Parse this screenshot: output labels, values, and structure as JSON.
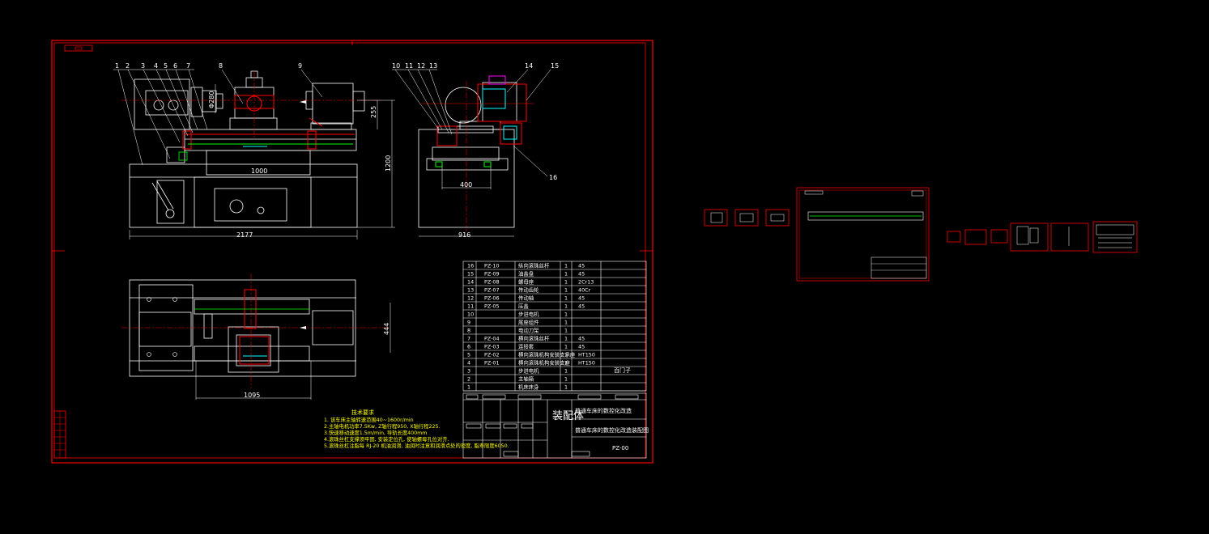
{
  "colors": {
    "background": "#000000",
    "frame": "#ff0000",
    "line": "#ffffff",
    "accent_yellow": "#ffff00",
    "accent_green": "#00ff00",
    "accent_cyan": "#00ffff",
    "accent_magenta": "#ff00ff"
  },
  "front_view": {
    "balloons": [
      "1",
      "2",
      "3",
      "4",
      "5",
      "6",
      "7",
      "8",
      "9"
    ],
    "dims": {
      "width": "2177",
      "travel": "1000",
      "height": "1200",
      "center_height": "255",
      "chuck_dia": "Φ280"
    }
  },
  "side_view": {
    "balloons": [
      "10",
      "11",
      "12",
      "13",
      "14",
      "15",
      "16"
    ],
    "dims": {
      "width": "916",
      "inner": "400"
    }
  },
  "top_view": {
    "dims": {
      "length": "1095",
      "depth": "444"
    }
  },
  "parts_list": [
    {
      "no": "16",
      "code": "PZ-10",
      "name": "纵向滚珠丝杆",
      "qty": "1",
      "material": "45"
    },
    {
      "no": "15",
      "code": "PZ-09",
      "name": "油盖盘",
      "qty": "1",
      "material": "45"
    },
    {
      "no": "14",
      "code": "PZ-08",
      "name": "螺母座",
      "qty": "1",
      "material": "2Cr13"
    },
    {
      "no": "13",
      "code": "PZ-07",
      "name": "传动齿轮",
      "qty": "1",
      "material": "40Cr"
    },
    {
      "no": "12",
      "code": "PZ-06",
      "name": "传动轴",
      "qty": "1",
      "material": "45"
    },
    {
      "no": "11",
      "code": "PZ-05",
      "name": "压盖",
      "qty": "1",
      "material": "45"
    },
    {
      "no": "10",
      "code": "",
      "name": "步进电机",
      "qty": "1",
      "material": ""
    },
    {
      "no": "9",
      "code": "",
      "name": "尾座组件",
      "qty": "1",
      "material": ""
    },
    {
      "no": "8",
      "code": "",
      "name": "电动刀架",
      "qty": "1",
      "material": ""
    },
    {
      "no": "7",
      "code": "PZ-04",
      "name": "横向滚珠丝杆",
      "qty": "1",
      "material": "45"
    },
    {
      "no": "6",
      "code": "PZ-03",
      "name": "连接套",
      "qty": "1",
      "material": "45"
    },
    {
      "no": "5",
      "code": "PZ-02",
      "name": "横向滚珠机构安装支承座",
      "qty": "1",
      "material": "HT150"
    },
    {
      "no": "4",
      "code": "PZ-01",
      "name": "横向滚珠机构安装支座",
      "qty": "1",
      "material": "HT150"
    },
    {
      "no": "3",
      "code": "",
      "name": "步进电机",
      "qty": "1",
      "material": ""
    },
    {
      "no": "2",
      "code": "",
      "name": "主轴箱",
      "qty": "1",
      "material": ""
    },
    {
      "no": "1",
      "code": "",
      "name": "机床床身",
      "qty": "1",
      "material": ""
    }
  ],
  "parts_list_note": "百门子",
  "title_block": {
    "title": "装配体",
    "subtitle": "普通车床的数控化改造",
    "drawing_name": "普通车床的数控化改造装配图",
    "drawing_no": "PZ-00"
  },
  "notes": {
    "heading": "技术要求",
    "lines": [
      "1. 该车床主轴转速范围40~1600r/min",
      "2.主轴电机功率7.5Kw, Z轴行程950, X轴行程225.",
      "3.快速移动速度1.5m/min, 导轨长度400mm",
      "4.滚珠丝杠支撑须牢固, 安装定位孔, 使轴螺母孔位对齐.",
      "5.滚珠丝杠注脂每 RJ-20 机油润滑, 油润时注意和润滑点处的密度, 脂寿限度6050."
    ]
  }
}
